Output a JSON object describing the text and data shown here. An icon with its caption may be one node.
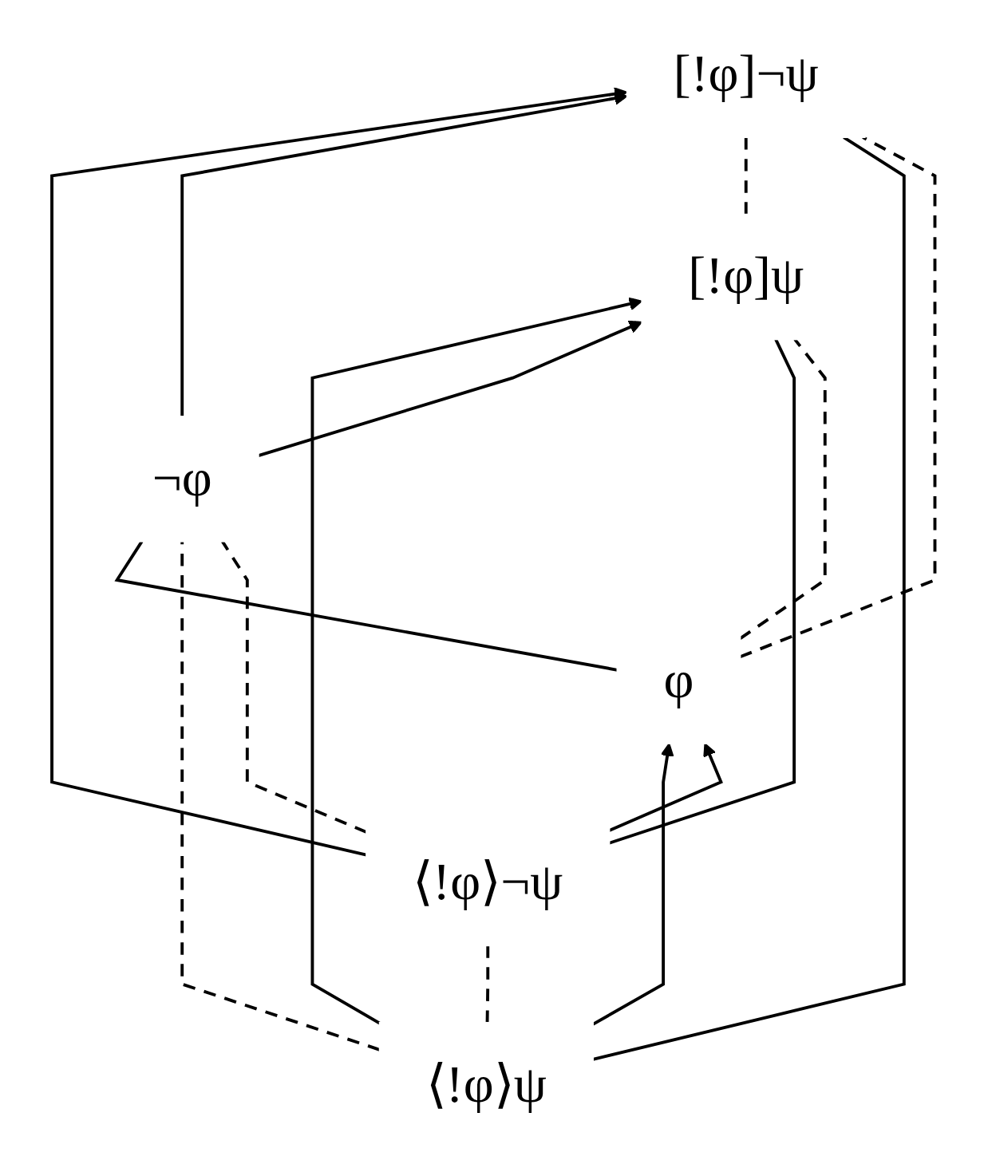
{
  "diagram": {
    "nodes": [
      {
        "text": [
          "φ"
        ]
      },
      {
        "text": [
          "⟨!φ⟩ψ"
        ]
      },
      {
        "text": [
          "⟨!φ⟩¬ψ"
        ]
      },
      {
        "text": [
          "[!φ]ψ"
        ]
      },
      {
        "text": [
          "[!φ]¬ψ"
        ]
      },
      {
        "text": [
          "¬φ"
        ]
      }
    ],
    "edges": [
      {
        "from": 1,
        "to": 0,
        "arrow": "to"
      },
      {
        "from": 2,
        "to": 0,
        "arrow": "to"
      },
      {
        "from": 1,
        "to": 3,
        "arrow": "to"
      },
      {
        "from": 2,
        "to": 4,
        "arrow": "to"
      },
      {
        "from": 5,
        "to": 3,
        "arrow": "to"
      },
      {
        "from": 5,
        "to": 4,
        "arrow": "to"
      },
      {
        "from": 1,
        "to": 2,
        "arrow": "none",
        "style": "dashed"
      },
      {
        "from": 3,
        "to": 4,
        "arrow": "none",
        "style": "dashed"
      },
      {
        "from": 0,
        "to": 5,
        "arrow": "none"
      },
      {
        "from": 1,
        "to": 4,
        "arrow": "none"
      },
      {
        "from": 2,
        "to": 3,
        "arrow": "none"
      },
      {
        "from": 0,
        "to": 3,
        "arrow": "none",
        "style": "dashed"
      },
      {
        "from": 0,
        "to": 4,
        "arrow": "none",
        "style": "dashed"
      },
      {
        "from": 1,
        "to": 5,
        "arrow": "none",
        "style": "dashed"
      },
      {
        "from": 2,
        "to": 5,
        "arrow": "none",
        "style": "dashed"
      }
    ]
  }
}
